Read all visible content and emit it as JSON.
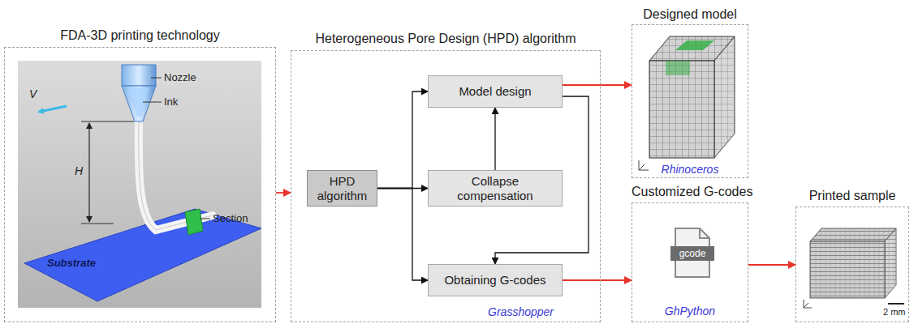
{
  "diagram": {
    "nodes": [
      {
        "text": [
          "FDA-3D printing technology"
        ]
      },
      {
        "text": [
          "Heterogeneous Pore Design (HPD) algorithm",
          "Grasshopper"
        ]
      },
      {
        "text": [
          "HPD algorithm"
        ],
        "in": 1
      },
      {
        "text": [
          "Model design"
        ],
        "in": 1
      },
      {
        "text": [
          "Collapse compensation"
        ],
        "in": 1
      },
      {
        "text": [
          "Obtaining G-codes"
        ],
        "in": 1
      },
      {
        "text": [
          "Designed model",
          "Rhinoceros"
        ]
      },
      {
        "text": [
          "Customized G-codes",
          "GhPython"
        ]
      },
      {
        "text": [
          "Printed sample"
        ]
      }
    ],
    "edges": [
      {
        "from": 0,
        "to": 1,
        "arrow": "to"
      },
      {
        "from": 2,
        "to": 3,
        "arrow": "to"
      },
      {
        "from": 2,
        "to": 4,
        "arrow": "to"
      },
      {
        "from": 2,
        "to": 5,
        "arrow": "to"
      },
      {
        "from": 4,
        "to": 3,
        "arrow": "to"
      },
      {
        "from": 3,
        "to": 5,
        "arrow": "to"
      },
      {
        "from": 3,
        "to": 6,
        "arrow": "to"
      },
      {
        "from": 5,
        "to": 7,
        "arrow": "to"
      },
      {
        "from": 7,
        "to": 8,
        "arrow": "to"
      }
    ],
    "labels": [
      "Nozzle",
      "Ink",
      "V",
      "H",
      "Section",
      "Substrate",
      "gcode",
      "2 mm"
    ]
  }
}
